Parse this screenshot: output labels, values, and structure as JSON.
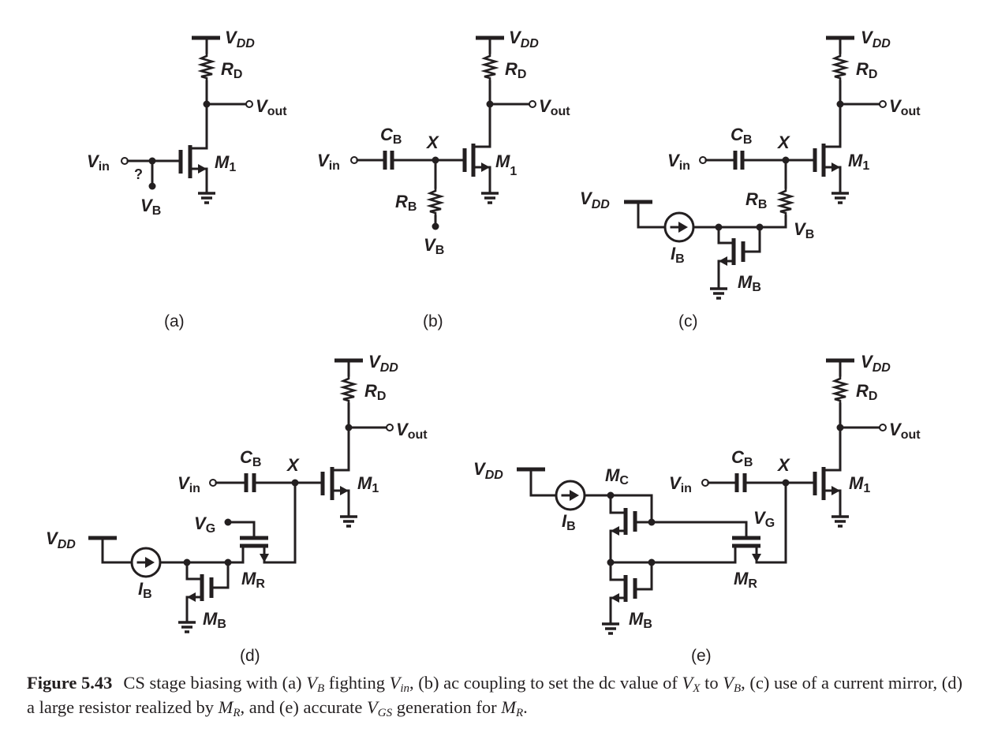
{
  "labels": {
    "vdd_main": "V",
    "vdd_sub": "DD",
    "rd_main": "R",
    "rd_sub": "D",
    "vout_main": "V",
    "vout_sub": "out",
    "vin_main": "V",
    "vin_sub": "in",
    "m1_main": "M",
    "m1_sub": "1",
    "vb_main": "V",
    "vb_sub": "B",
    "question": "?",
    "cb_main": "C",
    "cb_sub": "B",
    "x": "X",
    "rb_main": "R",
    "rb_sub": "B",
    "ib_main": "I",
    "ib_sub": "B",
    "mb_main": "M",
    "mb_sub": "B",
    "vg_main": "V",
    "vg_sub": "G",
    "mr_main": "M",
    "mr_sub": "R",
    "mc_main": "M",
    "mc_sub": "C"
  },
  "panels": {
    "a": "(a)",
    "b": "(b)",
    "c": "(c)",
    "d": "(d)",
    "e": "(e)"
  },
  "caption": {
    "figure_number": "Figure 5.43",
    "t1": "CS stage biasing with (a) ",
    "vb_v": "V",
    "vb_s": "B",
    "t2": " fighting ",
    "vin_v": "V",
    "vin_s": "in",
    "t3": ", (b) ac coupling to set the dc value of ",
    "vx_v": "V",
    "vx_s": "X",
    "t4": " to ",
    "vb2_v": "V",
    "vb2_s": "B",
    "t5": ", (c) use of a current mirror, (d) a large resistor realized by ",
    "mr_m": "M",
    "mr_s": "R",
    "t6": ", and (e) accurate ",
    "vgs_v": "V",
    "vgs_s": "GS",
    "t7": " generation for ",
    "mr2_m": "M",
    "mr2_s": "R",
    "t8": "."
  }
}
